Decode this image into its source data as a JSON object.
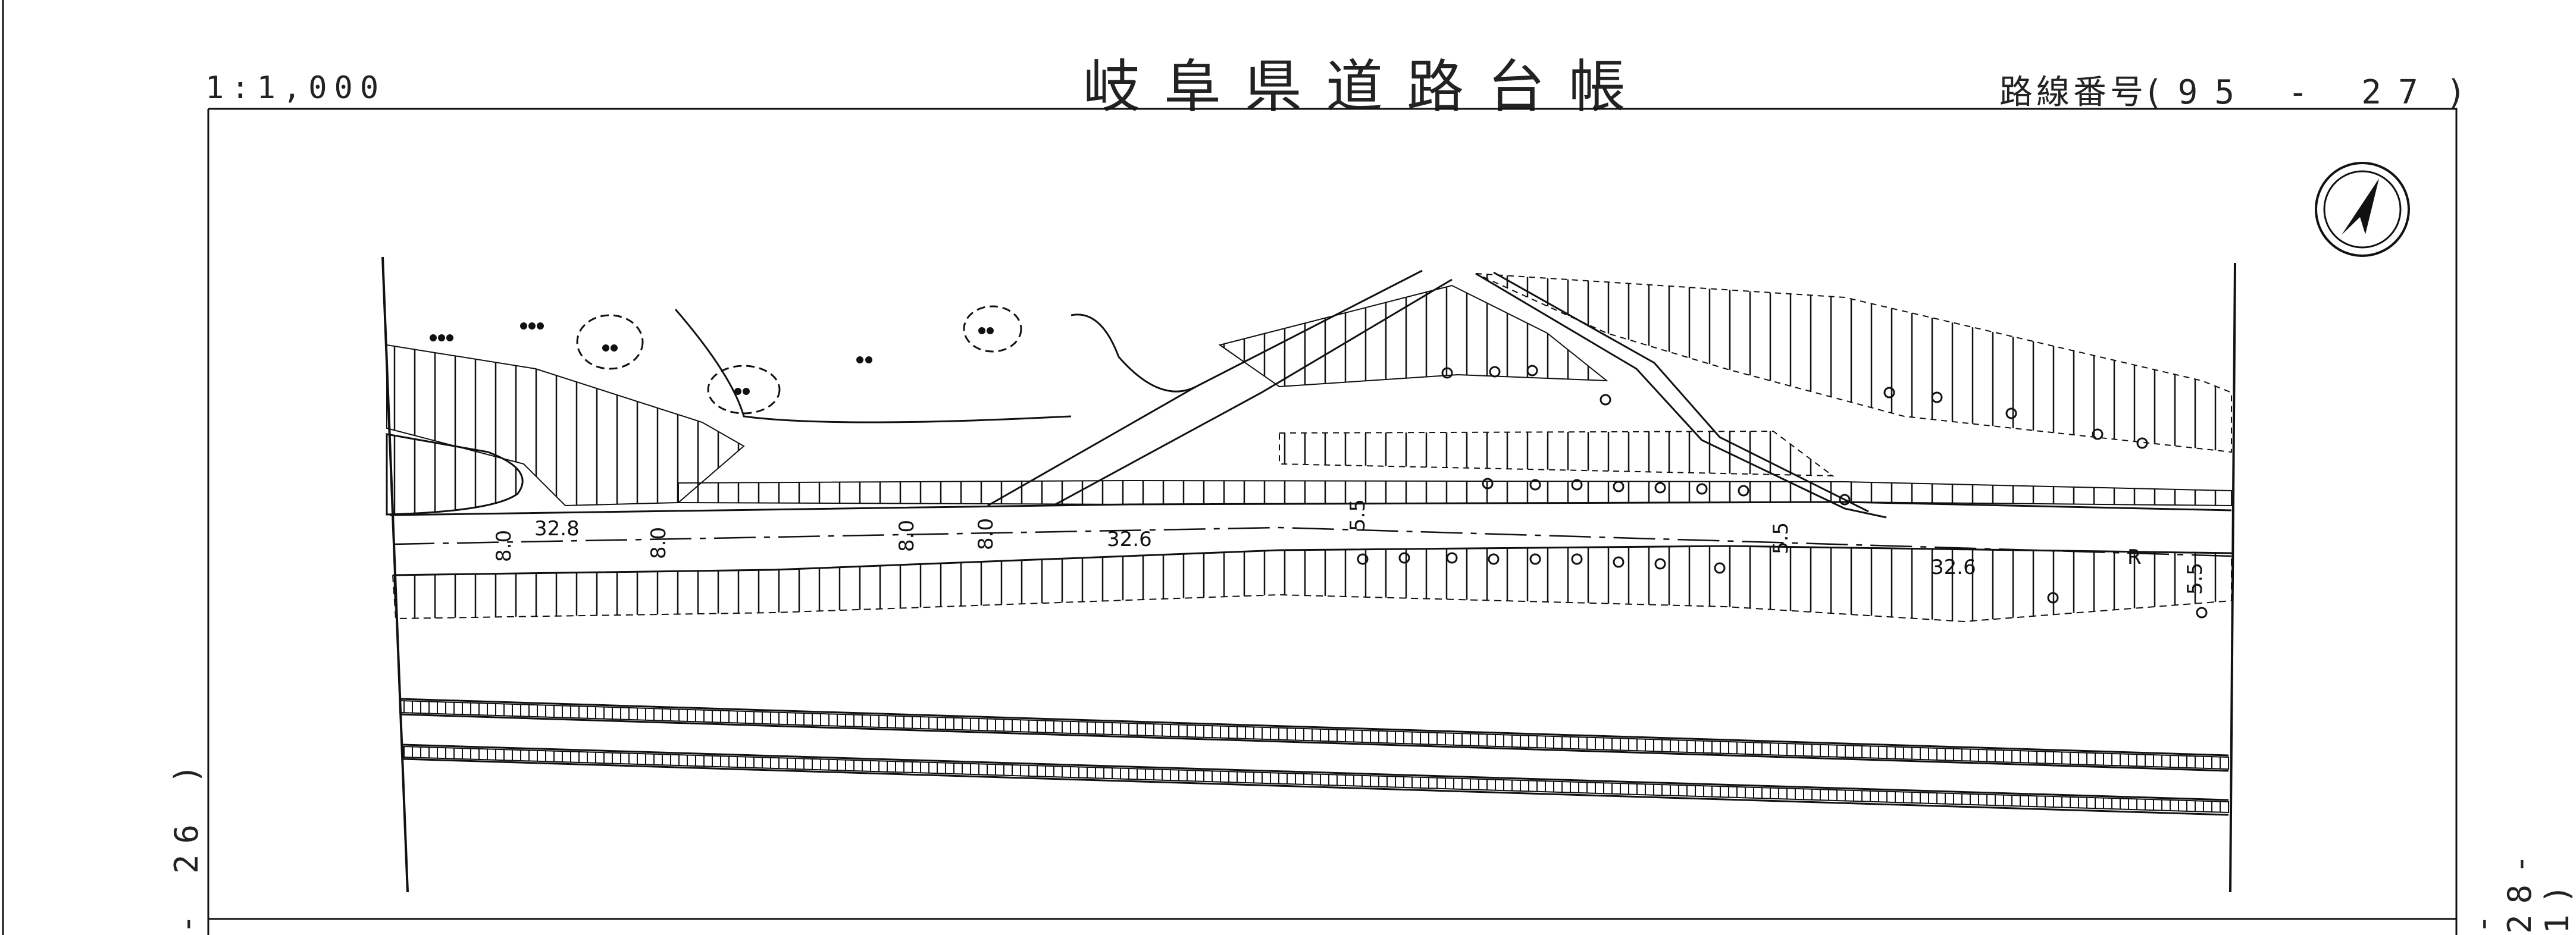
{
  "header": {
    "scale": "1:1,000",
    "title": "岐阜県道路台帳",
    "route_prefix": "路線番号(",
    "route_number": "95 - 27",
    "route_suffix": ")"
  },
  "sheet_refs": {
    "left": "- 26 )",
    "right": "- 28-1)"
  },
  "map": {
    "north_arrow": "north-arrow-icon",
    "road_widths": [
      "8.0",
      "8.0",
      "8.0",
      "8.0",
      "5.5",
      "5.5",
      "5.5"
    ],
    "centerline_labels": [
      "32.8",
      "32.6",
      "32.6"
    ],
    "marker": "R"
  },
  "colors": {
    "line": "#111111",
    "background": "#ffffff"
  }
}
